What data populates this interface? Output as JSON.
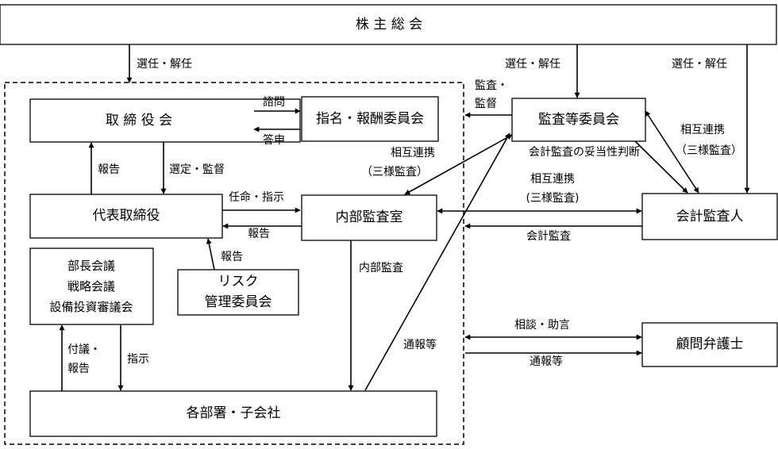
{
  "boxes": {
    "shareholders": "株 主 総 会",
    "board": "取 締 役 会",
    "nomination": "指名・報酬委員会",
    "audit_committee": "監査等委員会",
    "representative": "代表取締役",
    "internal_audit": "内部監査室",
    "accounting_auditor": "会計監査人",
    "meetings": [
      "部長会議",
      "戦略会議",
      "設備投資審議会"
    ],
    "risk": [
      "リスク",
      "管理委員会"
    ],
    "departments": "各部署・子会社",
    "lawyer": "顧問弁護士"
  },
  "labels": {
    "elect_left": "選任・解任",
    "elect_mid": "選任・解任",
    "elect_right": "選任・解任",
    "audit_supervise": [
      "監査・",
      "監督"
    ],
    "consult": "諮問",
    "report_back": "答申",
    "mutual_center": [
      "相互連携",
      "（三様監査）"
    ],
    "mutual_right": [
      "相互連携",
      "（三様監査）"
    ],
    "mutual_mid": [
      "相互連携",
      "(三様監査)"
    ],
    "validity": "会計監査の妥当性判断",
    "report_board": "報告",
    "select_supervise": "選定・監督",
    "appoint_instruct": "任命・指示",
    "report_rep": "報告",
    "report_risk": "報告",
    "accounting_audit": "会計監査",
    "internal_audit_lbl": "内部監査",
    "submit_report": [
      "付議・",
      "報告"
    ],
    "instruct": "指示",
    "whistle_left": "通報等",
    "advice": "相談・助言",
    "whistle_right": "通報等"
  }
}
